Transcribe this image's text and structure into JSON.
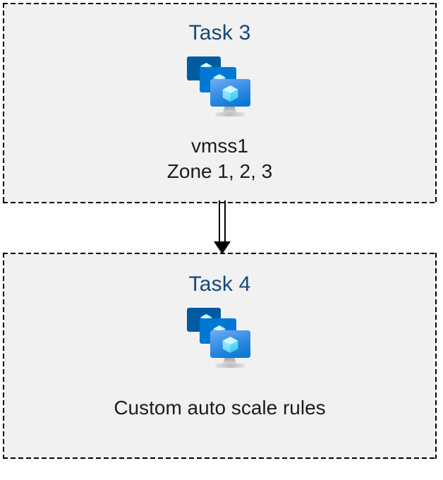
{
  "diagram": {
    "type": "flow",
    "background": "#ffffff",
    "box_fill": "#f1f1f1",
    "border_style": "dashed",
    "border_color": "#000000",
    "title_color": "#15497c",
    "label_color": "#1c1c1c",
    "nodes": [
      {
        "id": "task-3",
        "title": "Task 3",
        "icon": "vm-scale-set-icon",
        "labels": [
          "vmss1",
          "Zone 1, 2, 3"
        ]
      },
      {
        "id": "task-4",
        "title": "Task 4",
        "icon": "vm-scale-set-icon",
        "labels": [
          "Custom auto scale rules"
        ]
      }
    ],
    "edges": [
      {
        "id": "edge-task3-task4",
        "from": "task-3",
        "to": "task-4",
        "style": "double-line",
        "arrowhead": "solid-triangle",
        "color": "#000000"
      }
    ]
  },
  "icon_colors": {
    "monitor_back": "#005BA1",
    "monitor_middle": "#0078D4",
    "monitor_front_top": "#5EA0EF",
    "monitor_front_bottom": "#0F7BD6",
    "cube_light": "#C3F1FF",
    "cube_mid": "#9CEBFF",
    "cube_dark": "#50E6FF",
    "stand": "#B3B3B3"
  }
}
